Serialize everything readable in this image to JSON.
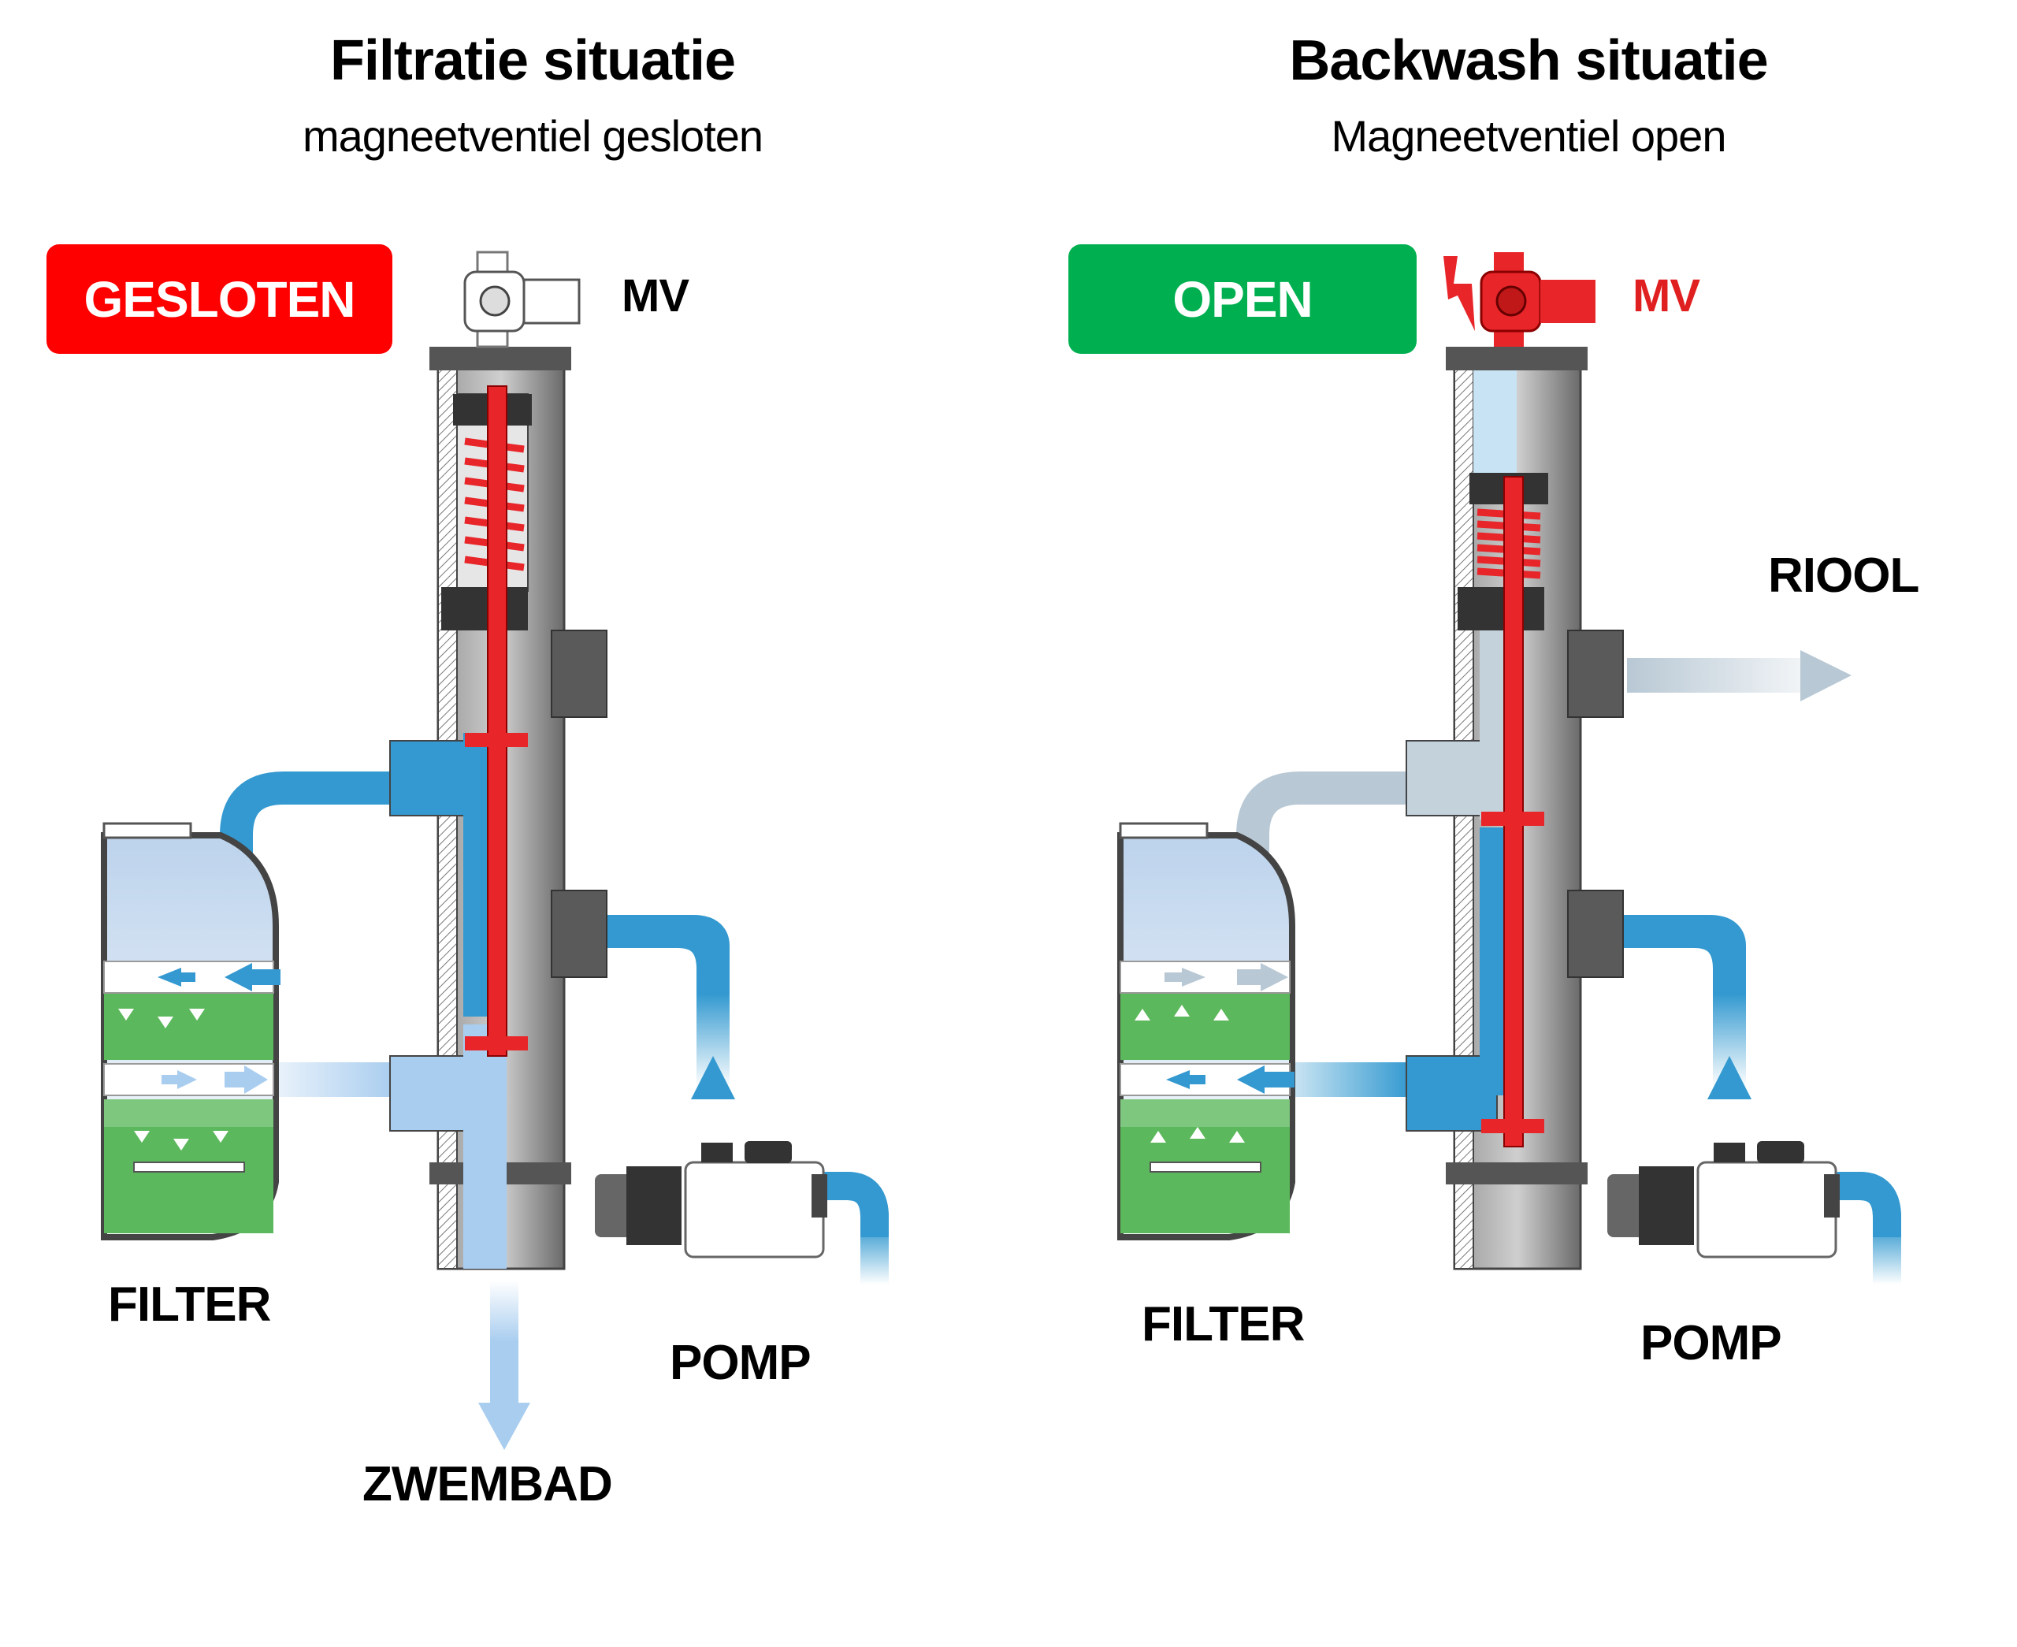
{
  "left": {
    "title": "Filtratie situatie",
    "subtitle": "magneetventiel gesloten",
    "status_badge": {
      "label": "GESLOTEN",
      "color": "#ff0000"
    },
    "valve_label": "MV",
    "valve_label_color": "#000000",
    "valve_color": "#ffffff",
    "labels": {
      "filter": "FILTER",
      "pump": "POMP",
      "pool": "ZWEMBAD"
    }
  },
  "right": {
    "title": "Backwash situatie",
    "subtitle": "Magneetventiel open",
    "status_badge": {
      "label": "OPEN",
      "color": "#00b050"
    },
    "valve_label": "MV",
    "valve_label_color": "#e02020",
    "valve_color": "#e8262a",
    "labels": {
      "filter": "FILTER",
      "pump": "POMP",
      "sewer": "RIOOL"
    }
  },
  "colors": {
    "water_active": "#3399d0",
    "water_light": "#a9cdef",
    "water_idle": "#b8c8d4",
    "piston_red": "#e8262a",
    "filter_green": "#5cb85c",
    "housing_gray": "#666666"
  }
}
